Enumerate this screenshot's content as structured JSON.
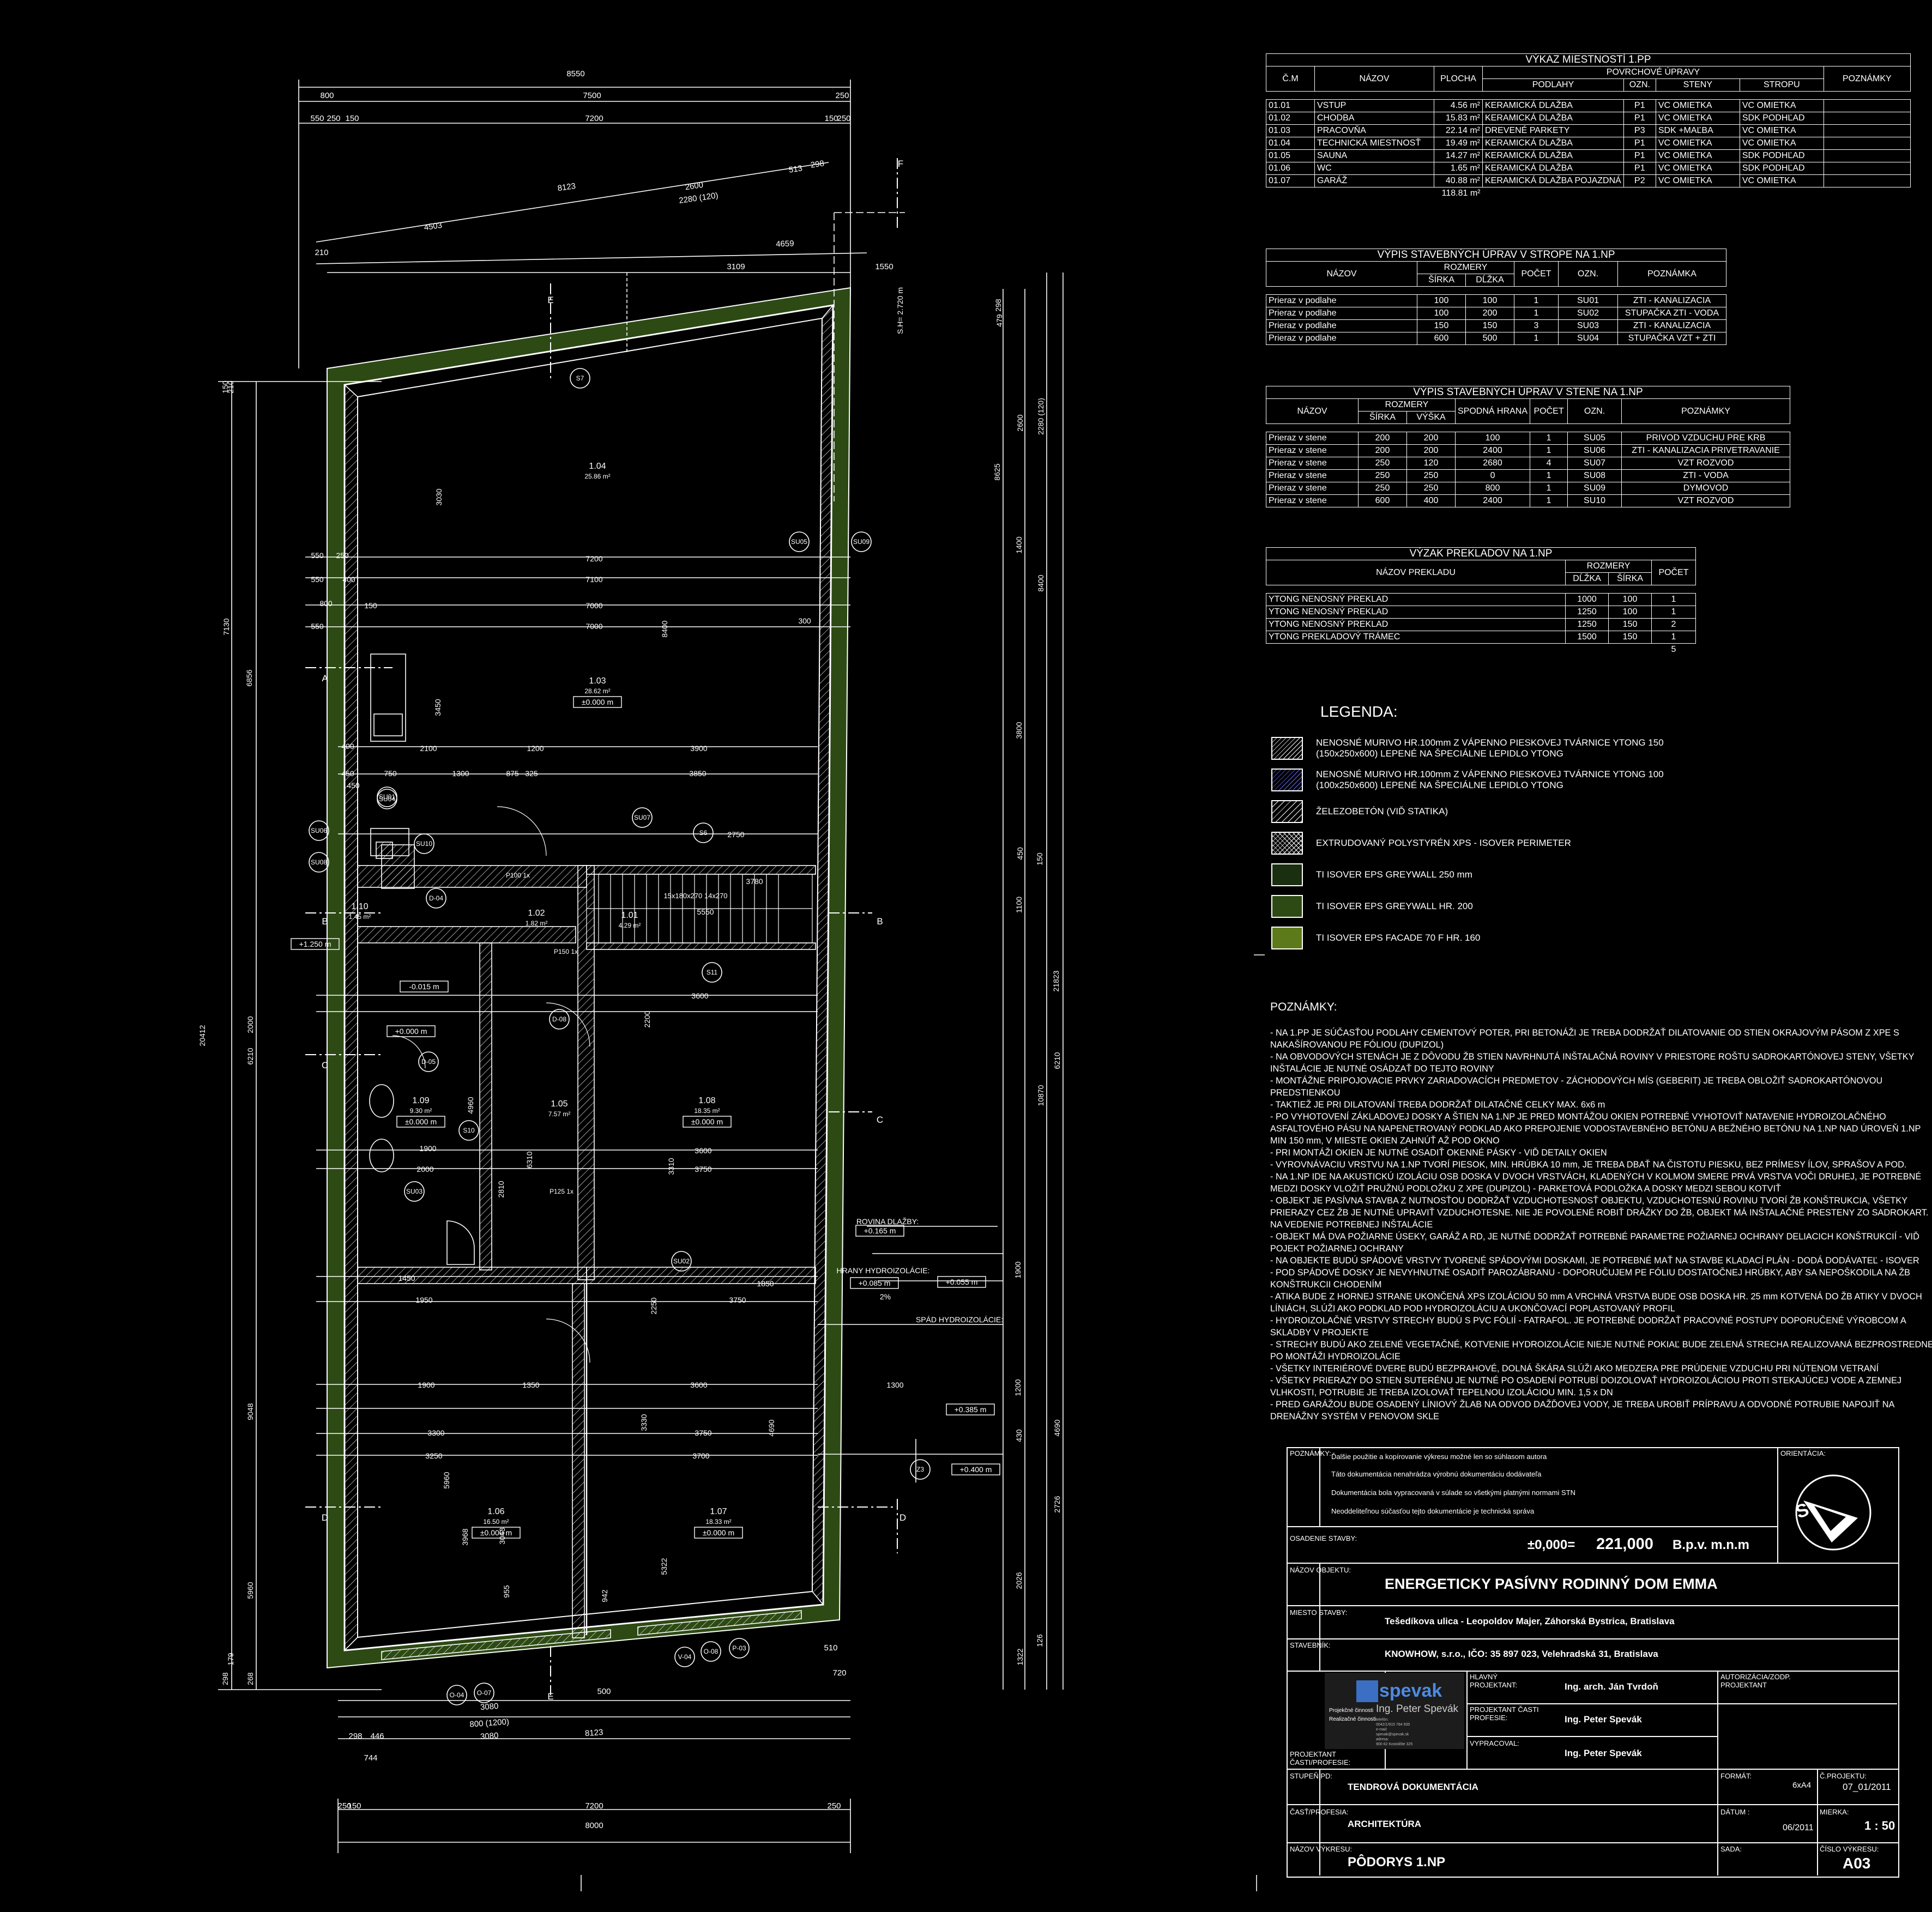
{
  "colors": {
    "background": "#000000",
    "line": "#ffffff",
    "insulation_dark": "#1a2e10",
    "insulation_mid": "#2d4a14",
    "insulation_light": "#5c7a1a"
  },
  "plan": {
    "overall_dims_top": [
      "8550",
      "800",
      "7500",
      "250",
      "550",
      "250",
      "150",
      "7200",
      "150",
      "250"
    ],
    "top_skew_dims": [
      "8123",
      "2600",
      "2280 (120)",
      "513",
      "298",
      "4503",
      "4659",
      "210",
      "3109",
      "1550"
    ],
    "section_marks": [
      "A",
      "B",
      "C",
      "D",
      "E",
      "F"
    ],
    "rooms": [
      {
        "id": "1.04",
        "area": "25.86 m²"
      },
      {
        "id": "1.03",
        "area": "28.62 m²",
        "level": "±0.000 m"
      },
      {
        "id": "1.02",
        "area": "1.82 m²"
      },
      {
        "id": "1.01",
        "area": "4.29 m²"
      },
      {
        "id": "1.10",
        "area": "1.45 m²"
      },
      {
        "id": "1.09",
        "area": "9.30 m²",
        "level": "±0.000 m"
      },
      {
        "id": "1.05",
        "area": "7.57 m²"
      },
      {
        "id": "1.08",
        "area": "18.35 m²",
        "level": "±0.000 m"
      },
      {
        "id": "1.06",
        "area": "16.50 m²",
        "level": "±0.000 m"
      },
      {
        "id": "1.07",
        "area": "18.33 m²",
        "level": "±0.000 m"
      }
    ],
    "inner_dims": [
      "7200",
      "7100",
      "7000",
      "7000",
      "550",
      "550",
      "800",
      "550",
      "250",
      "400",
      "150",
      "300",
      "2100",
      "1200",
      "3900",
      "450",
      "750",
      "1300",
      "875",
      "325",
      "3850",
      "400",
      "450",
      "2750",
      "3780",
      "5550",
      "3600",
      "3600",
      "1900",
      "2000",
      "3750",
      "3310",
      "1450",
      "1850",
      "1950",
      "3750",
      "1900",
      "1350",
      "3600",
      "1300",
      "3300",
      "3750",
      "3250",
      "3700",
      "4960",
      "3450",
      "3030",
      "8400",
      "6310",
      "2810",
      "5322",
      "3330",
      "4690",
      "5960",
      "3968",
      "3043",
      "955",
      "942",
      "2200",
      "2250"
    ],
    "left_dims": [
      "7130",
      "6856",
      "20412",
      "6210",
      "2000",
      "9048",
      "5960",
      "150",
      "210",
      "298",
      "179",
      "268"
    ],
    "right_dims": [
      "8625",
      "8400",
      "21823",
      "10870",
      "6210",
      "4690",
      "2726",
      "2026",
      "1322",
      "479",
      "298",
      "2600",
      "2280 (120)",
      "1400",
      "3800",
      "450",
      "1100",
      "1900",
      "1200",
      "430",
      "126",
      "150"
    ],
    "bottom_dims": [
      "3080",
      "800 (1200)",
      "3080",
      "500",
      "298",
      "446",
      "744",
      "8123",
      "510",
      "720",
      "7200",
      "8000",
      "250",
      "150",
      "250"
    ],
    "tags": [
      "S7",
      "S6",
      "S10",
      "S11",
      "SU01",
      "SU02",
      "SU03",
      "SU04",
      "SU05",
      "SU06",
      "SU07",
      "SU08",
      "SU09",
      "SU10",
      "Z3",
      "O-04",
      "O-07",
      "O-08",
      "P-03",
      "V-04",
      "D-04",
      "D-05",
      "D-08",
      "P100 1x",
      "P125 1x",
      "P150 1x"
    ],
    "levels": [
      "+1.250 m",
      "-0.015 m",
      "+0.000 m",
      "+0.165 m",
      "+0.085 m",
      "+0.055 m",
      "+0.385 m",
      "+0.400 m"
    ],
    "annotations": {
      "rovina": "ROVINA DLAŽBY:",
      "hrany": "HRANY HYDROIZOLÁCIE:",
      "spad": "SPÁD HYDROIZOLÁCIE:",
      "slope": "2%",
      "sill": "S.H= 2.720 m",
      "stair": "15x180x270  14x270"
    }
  },
  "schedule_rooms": {
    "title": "VÝKAZ MIESTNOSTÍ 1.PP",
    "group_header": "POVRCHOVÉ ÚPRAVY",
    "headers": [
      "Č.M",
      "NÁZOV",
      "PLOCHA",
      "PODLAHY",
      "OZN.",
      "STENY",
      "STROPU",
      "POZNÁMKY"
    ],
    "rows": [
      [
        "01.01",
        "VSTUP",
        "4.56 m²",
        "KERAMICKÁ DLAŽBA",
        "P1",
        "VC OMIETKA",
        "VC OMIETKA",
        ""
      ],
      [
        "01.02",
        "CHODBA",
        "15.83 m²",
        "KERAMICKÁ DLAŽBA",
        "P1",
        "VC OMIETKA",
        "SDK PODHĽAD",
        ""
      ],
      [
        "01.03",
        "PRACOVŇA",
        "22.14 m²",
        "DREVENÉ PARKETY",
        "P3",
        "SDK +MAĽBA",
        "VC OMIETKA",
        ""
      ],
      [
        "01.04",
        "TECHNICKÁ MIESTNOSŤ",
        "19.49 m²",
        "KERAMICKÁ DLAŽBA",
        "P1",
        "VC OMIETKA",
        "VC OMIETKA",
        ""
      ],
      [
        "01.05",
        "SAUNA",
        "14.27 m²",
        "KERAMICKÁ DLAŽBA",
        "P1",
        "VC OMIETKA",
        "SDK PODHĽAD",
        ""
      ],
      [
        "01.06",
        "WC",
        "1.65 m²",
        "KERAMICKÁ DLAŽBA",
        "P1",
        "VC OMIETKA",
        "SDK PODHĽAD",
        ""
      ],
      [
        "01.07",
        "GARÁŽ",
        "40.88 m²",
        "KERAMICKÁ DLAŽBA POJAZDNÁ",
        "P2",
        "VC OMIETKA",
        "VC OMIETKA",
        ""
      ]
    ],
    "total": "118.81 m²"
  },
  "schedule_ceiling": {
    "title": "VÝPIS STAVEBNÝCH ÚPRAV V STROPE NA 1.NP",
    "group_header": "ROZMERY",
    "headers": [
      "NÁZOV",
      "ŠÍRKA",
      "DĹŽKA",
      "POČET",
      "OZN.",
      "POZNÁMKA"
    ],
    "rows": [
      [
        "Prieraz v podlahe",
        "100",
        "100",
        "1",
        "SU01",
        "ZTI - KANALIZACIA"
      ],
      [
        "Prieraz v podlahe",
        "100",
        "200",
        "1",
        "SU02",
        "STUPAČKA ZTI - VODA"
      ],
      [
        "Prieraz v podlahe",
        "150",
        "150",
        "3",
        "SU03",
        "ZTI - KANALIZACIA"
      ],
      [
        "Prieraz v podlahe",
        "600",
        "500",
        "1",
        "SU04",
        "STUPAČKA VZT + ZTI"
      ]
    ]
  },
  "schedule_wall": {
    "title": "VÝPIS STAVEBNÝCH ÚPRAV V STENE NA 1.NP",
    "group_header": "ROZMERY",
    "sill_header": "SPODNÁ HRANA",
    "headers": [
      "NÁZOV",
      "ŠÍRKA",
      "VÝŠKA",
      "POČET",
      "OZN.",
      "POZNÁMKY"
    ],
    "rows": [
      [
        "Prieraz v stene",
        "200",
        "200",
        "100",
        "1",
        "SU05",
        "PRIVOD VZDUCHU PRE KRB"
      ],
      [
        "Prieraz v stene",
        "200",
        "200",
        "2400",
        "1",
        "SU06",
        "ZTI - KANALIZACIA PRIVETRAVANIE"
      ],
      [
        "Prieraz v stene",
        "250",
        "120",
        "2680",
        "4",
        "SU07",
        "VZT ROZVOD"
      ],
      [
        "Prieraz v stene",
        "250",
        "250",
        "0",
        "1",
        "SU08",
        "ZTI - VODA"
      ],
      [
        "Prieraz v stene",
        "250",
        "250",
        "800",
        "1",
        "SU09",
        "DYMOVOD"
      ],
      [
        "Prieraz v stene",
        "600",
        "400",
        "2400",
        "1",
        "SU10",
        "VZT ROZVOD"
      ]
    ]
  },
  "schedule_lintels": {
    "title": "VÝZAK PREKLADOV NA 1.NP",
    "group_header": "ROZMERY",
    "headers": [
      "NÁZOV PREKLADU",
      "DĹŽKA",
      "ŠÍRKA",
      "POČET"
    ],
    "rows": [
      [
        "YTONG NENOSNÝ PREKLAD",
        "1000",
        "100",
        "1"
      ],
      [
        "YTONG NENOSNÝ PREKLAD",
        "1250",
        "100",
        "1"
      ],
      [
        "YTONG NENOSNÝ PREKLAD",
        "1250",
        "150",
        "2"
      ],
      [
        "YTONG PREKLADOVÝ TRÁMEC",
        "1500",
        "150",
        "1"
      ]
    ],
    "total": "5"
  },
  "legend": {
    "title": "LEGENDA:",
    "items": [
      {
        "line1": "NENOSNÉ MURIVO HR.100mm Z VÁPENNO PIESKOVEJ TVÁRNICE YTONG 150",
        "line2": "(150x250x600) LEPENÉ NA ŠPECIÁLNE LEPIDLO YTONG"
      },
      {
        "line1": "NENOSNÉ MURIVO HR.100mm Z VÁPENNO PIESKOVEJ TVÁRNICE YTONG  100",
        "line2": "(100x250x600) LEPENÉ NA ŠPECIÁLNE LEPIDLO YTONG"
      },
      {
        "line1": "ŽELEZOBETÓN (VIĎ STATIKA)",
        "line2": ""
      },
      {
        "line1": "EXTRUDOVANÝ POLYSTYRÉN XPS - ISOVER PERIMETER",
        "line2": ""
      },
      {
        "line1": "TI ISOVER EPS GREYWALL 250 mm",
        "line2": ""
      },
      {
        "line1": "TI ISOVER EPS GREYWALL HR. 200",
        "line2": ""
      },
      {
        "line1": "TI ISOVER EPS FACADE 70 F HR. 160",
        "line2": ""
      }
    ]
  },
  "notes": {
    "title": "POZNÁMKY:",
    "lines": [
      "- NA 1.PP JE SÚČASŤOU PODLAHY CEMENTOVÝ POTER, PRI BETONÁŽI JE TREBA DODRŽAŤ DILATOVANIE OD STIEN OKRAJOVÝM PÁSOM Z XPE S",
      "NAKAŠÍROVANOU PE FÓLIOU (DUPIZOL)",
      "- NA OBVODOVÝCH STENÁCH JE Z DÔVODU ŽB STIEN NAVRHNUTÁ INŠTALAČNÁ ROVINY V PRIESTORE ROŠTU SADROKARTÓNOVEJ STENY, VŠETKY",
      "INŠTALÁCIE JE NUTNÉ OSÁDZAŤ DO TEJTO ROVINY",
      "- MONTÁŽNE PRIPOJOVACIE PRVKY ZARIADOVACÍCH PREDMETOV - ZÁCHODOVÝCH MÍS (GEBERIT) JE TREBA OBLOŽIŤ SADROKARTÓNOVOU",
      "PREDSTIENKOU",
      "- TAKTIEŽ JE PRI DILATOVANÍ TREBA DODRŽAŤ DILATAČNÉ CELKY MAX. 6x6 m",
      "- PO VYHOTOVENÍ ZÁKLADOVEJ DOSKY A ŠTIEN NA 1.NP JE PRED MONTÁŽOU OKIEN POTREBNÉ VYHOTOVIŤ NATAVENIE HYDROIZOLAČNÉHO",
      "ASFALTOVÉHO PÁSU NA NAPENETROVANÝ PODKLAD AKO PREPOJENIE VODOSTAVEBNÉHO BETÓNU A BEŽNÉHO BETÓNU NA 1.NP NAD ÚROVEŇ 1.NP",
      "MIN 150 mm, V MIESTE OKIEN ZAHNÚŤ AŽ POD OKNO",
      "- PRI MONTÁŽI OKIEN JE NUTNÉ OSADIŤ OKENNÉ PÁSKY - VIĎ DETAILY OKIEN",
      "- VYROVNÁVACIU VRSTVU NA 1.NP TVORÍ PIESOK, MIN. HRÚBKA 10 mm, JE TREBA DBAŤ NA ČISTOTU PIESKU, BEZ PRÍMESY ÍLOV, SPRAŠOV A POD.",
      "- NA 1.NP IDE NA AKUSTICKÚ IZOLÁCIU OSB DOSKA V DVOCH VRSTVÁCH, KLADENÝCH V KOLMOM SMERE PRVÁ VRSTVA VOČI DRUHEJ, JE POTREBNÉ",
      "MEDZI DOSKY VLOŽIŤ PRUŽNÚ PODLOŽKU Z XPE (DUPIZOL) - PARKETOVÁ PODLOŽKA A DOSKY MEDZI SEBOU KOTVIŤ",
      "- OBJEKT JE PASÍVNA STAVBA Z NUTNOSŤOU DODRŽAŤ VZDUCHOTESNOSŤ OBJEKTU, VZDUCHOTESNÚ ROVINU TVORÍ ŽB KONŠTRUKCIA, VŠETKY",
      "PRIERAZY CEZ ŽB JE NUTNÉ UPRAVIŤ VZDUCHOTESNE. NIE JE POVOLENÉ ROBIŤ DRÁŽKY DO ŽB, OBJEKT MÁ INŠTALAČNÉ PRESTENY ZO SADROKART.",
      "NA VEDENIE POTREBNEJ INŠTALÁCIE",
      "- OBJEKT MÁ DVA POŽIARNE ÚSEKY, GARÁŽ A RD, JE NUTNÉ DODRŽAŤ POTREBNÉ PARAMETRE POŽIARNEJ OCHRANY DELIACICH KONŠTRUKCIÍ - VIĎ",
      "POJEKT POŽIARNEJ OCHRANY",
      "- NA OBJEKTE BUDÚ SPÁDOVÉ VRSTVY TVORENÉ SPÁDOVÝMI DOSKAMI, JE POTREBNÉ MAŤ NA STAVBE KLADACÍ PLÁN - DODÁ DODÁVATEĽ - ISOVER",
      "- POD SPÁDOVÉ DOSKY JE NEVYHNUTNÉ OSADIŤ PAROZÁBRANU - DOPORUČUJEM PE FÓLIU DOSTATOČNEJ HRÚBKY, ABY SA NEPOŠKODILA NA ŽB",
      "KONŠTRUKCII CHODENÍM",
      "- ATIKA BUDE Z HORNEJ STRANE UKONČENÁ XPS IZOLÁCIOU 50 mm A VRCHNÁ VRSTVA BUDE OSB DOSKA HR. 25 mm KOTVENÁ DO ŽB ATIKY V DVOCH",
      "LÍNIÁCH, SLÚŽI AKO PODKLAD POD HYDROIZOLÁCIU A UKONČOVACÍ POPLASTOVANÝ PROFIL",
      "- HYDROIZOLAČNÉ VRSTVY STRECHY BUDÚ S PVC FÓLIÍ - FATRAFOL. JE POTREBNÉ DODRŽAŤ PRACOVNÉ POSTUPY DOPORUČENÉ VÝROBCOM A",
      "SKLADBY V PROJEKTE",
      "- STRECHY BUDÚ AKO ZELENÉ VEGETAČNÉ, KOTVENIE HYDROIZOLÁCIE NIEJE NUTNÉ POKIAĽ BUDE ZELENÁ STRECHA REALIZOVANÁ BEZPROSTREDNE",
      "PO MONTÁŽI HYDROIZOLÁCIE",
      "- VŠETKY INTERIÉROVÉ DVERE BUDÚ BEZPRAHOVÉ, DOLNÁ ŠKÁRA SLÚŽI AKO MEDZERA PRE PRÚDENIE VZDUCHU PRI NÚTENOM VETRANÍ",
      "- VŠETKY PRIERAZY DO STIEN SUTERÉNU JE NUTNÉ PO OSADENÍ POTRUBÍ DOIZOLOVAŤ HYDROIZOLÁCIOU PROTI STEKAJÚCEJ VODE A ZEMNEJ",
      "VLHKOSTI, POTRUBIE JE TREBA IZOLOVAŤ TEPELNOU IZOLÁCIOU  MIN. 1,5 x DN",
      "- PRED GARÁŽOU BUDE OSADENÝ LÍNIOVÝ ŽLAB NA ODVOD DAŽĎOVEJ VODY, JE TREBA UROBIŤ PRÍPRAVU A ODVODNÉ POTRUBIE NAPOJIŤ NA",
      "DRENÁŽNY SYSTÉM V PENOVOM SKLE"
    ]
  },
  "titleblock": {
    "poznamky_label": "POZNÁMKY:",
    "poznamky": [
      "Ďalšie použitie a kopírovanie výkresu možné len so súhlasom autora",
      "Táto dokumentácia nenahrádza výrobnú dokumentáciu dodávateľa",
      "Dokumentácia bola vypracovaná v súlade so všetkými platnými normami STN",
      "Neoddeliteľnou súčasťou tejto dokumentácie je technická správa"
    ],
    "orientacia_label": "ORIENTÁCIA:",
    "osadenie_label": "OSADENIE STAVBY:",
    "osadenie_value": "±0,000=",
    "osadenie_number": "221,000",
    "osadenie_unit": "B.p.v.  m.n.m",
    "nazov_objektu_label": "NÁZOV OBJEKTU:",
    "nazov_objektu": "ENERGETICKY PASÍVNY RODINNÝ DOM EMMA",
    "miesto_label": "MIESTO STAVBY:",
    "miesto": "Tešedíkova ulica - Leopoldov Majer, Záhorská Bystrica, Bratislava",
    "stavebnik_label": "STAVEBNÍK:",
    "stavebnik": "KNOWHOW, s.r.o., IČO: 35 897 023, Velehradská 31, Bratislava",
    "logo_name": "spevak",
    "logo_tag1": "Projekčné činnosti",
    "logo_tag2": "Realizačné činnosti",
    "logo_person": "Ing. Peter Spevák",
    "logo_contact": [
      "telefón:",
      "0042/1/915 784 935",
      "e-mail:",
      "spevak@spevak.sk",
      "adresa:",
      "900 62 Kostolište 325"
    ],
    "projektant_casti_label": "PROJEKTANT ČASTI/PROFESIE:",
    "hlavny_label": "HLAVNÝ PROJEKTANT:",
    "hlavny": "Ing. arch. Ján Tvrdoň",
    "autorizacia_label": "AUTORIZÁCIA/ZODP. PROJEKTANT",
    "projektant_label": "PROJEKTANT ČASTI PROFESIE:",
    "projektant": "Ing. Peter Spevák",
    "vypracoval_label": "VYPRACOVAL:",
    "vypracoval": "Ing. Peter Spevák",
    "stupen_label": "STUPEŇ PD:",
    "stupen": "TENDROVÁ DOKUMENTÁCIA",
    "format_label": "FORMÁT:",
    "format": "6xA4",
    "cproj_label": "Č.PROJEKTU:",
    "cproj": "07_01/2011",
    "cast_label": "ČASŤ/PROFESIA:",
    "cast": "ARCHITEKTÚRA",
    "datum_label": "DÁTUM :",
    "datum": "06/2011",
    "mierka_label": "MIERKA:",
    "mierka": "1 : 50",
    "nazov_vykresu_label": "NÁZOV VÝKRESU:",
    "nazov_vykresu": "PÔDORYS 1.NP",
    "sada_label": "SADA:",
    "cislo_label": "ČÍSLO VÝKRESU:",
    "cislo": "A03",
    "north": "S"
  }
}
